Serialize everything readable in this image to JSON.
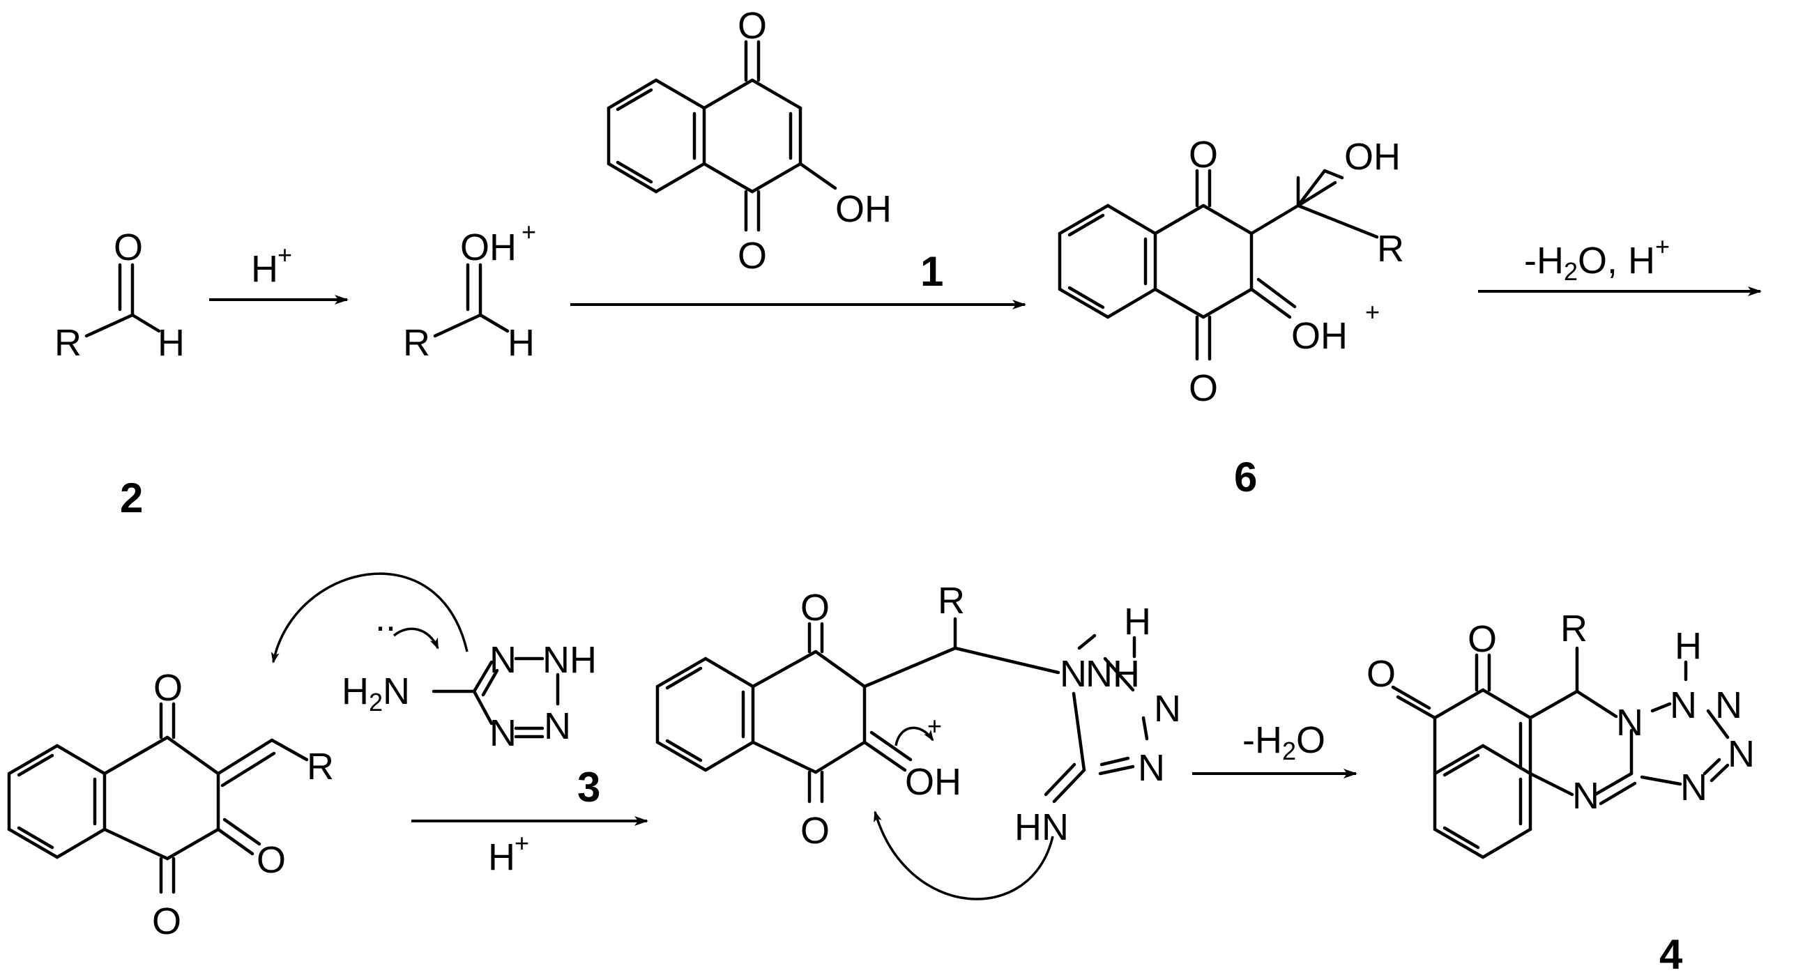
{
  "compounds": {
    "c1": "1",
    "c2": "2",
    "c3": "3",
    "c4": "4",
    "c6": "6"
  },
  "atoms": {
    "O": "O",
    "OH": "OH",
    "H": "H",
    "R": "R",
    "N": "N",
    "NH": "NH",
    "HN": "HN",
    "H2": "H",
    "sub2": "2",
    "plus": "+"
  },
  "conditions": {
    "step1_acid": "H",
    "step1_acid_sup": "+",
    "step3_minus": "-H",
    "step3_sub": "2",
    "step3_rest": "O, H",
    "step3_sup": "+",
    "step4_acid": "H",
    "step4_acid_sup": "+",
    "step5_minus": "-H",
    "step5_sub": "2",
    "step5_rest": "O"
  },
  "electron_pair": ".."
}
